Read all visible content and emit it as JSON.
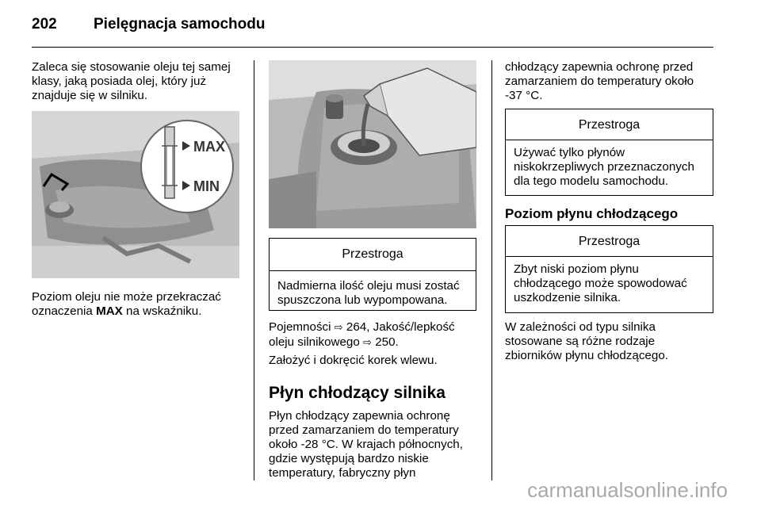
{
  "header": {
    "page_number": "202",
    "title": "Pielęgnacja samochodu"
  },
  "col1": {
    "intro_lines": [
      "Zaleca się stosowanie oleju tej samej",
      "klasy, jaką posiada olej, który już",
      "znajduje się w silniku."
    ],
    "figure": {
      "marker_max": "MAX",
      "marker_min": "MIN"
    },
    "caption": {
      "line1": "Poziom oleju nie może przekraczać",
      "line2_pre": "oznaczenia ",
      "line2_bold": "MAX",
      "line2_post": " na wskaźniku."
    }
  },
  "col2": {
    "warning": {
      "title": "Przestroga",
      "lines": [
        "Nadmierna ilość oleju musi zostać",
        "spuszczona lub wypompowana."
      ]
    },
    "capacity": {
      "line1_pre": "Pojemności ",
      "line1_ref1": "264",
      "line1_mid": ", Jakość/lepkość",
      "line2_pre": "oleju silnikowego ",
      "line2_ref2": "250",
      "line2_post": "."
    },
    "instruction": "Założyć i dokręcić korek wlewu.",
    "heading": "Płyn chłodzący silnika",
    "body_lines": [
      "Płyn chłodzący zapewnia ochronę",
      "przed zamarzaniem do temperatury",
      "około -28 °C. W krajach północnych,",
      "gdzie występują bardzo niskie",
      "temperatury, fabryczny płyn"
    ]
  },
  "col3": {
    "cont_lines": [
      "chłodzący zapewnia ochronę przed",
      "zamarzaniem do temperatury około",
      "-37 °C."
    ],
    "warning1": {
      "title": "Przestroga",
      "lines": [
        "Używać tylko płynów",
        "niskokrzepliwych przeznaczonych",
        "dla tego modelu samochodu."
      ]
    },
    "subheading": "Poziom płynu chłodzącego",
    "warning2": {
      "title": "Przestroga",
      "lines": [
        "Zbyt niski poziom płynu",
        "chłodzącego może spowodować",
        "uszkodzenie silnika."
      ]
    },
    "closing_lines": [
      "W zależności od typu silnika",
      "stosowane są różne rodzaje",
      "zbiorników płynu chłodzącego."
    ]
  },
  "watermark": "carmanualsonline.info",
  "icons": {
    "reference_arrow": "reference-arrow-icon"
  }
}
